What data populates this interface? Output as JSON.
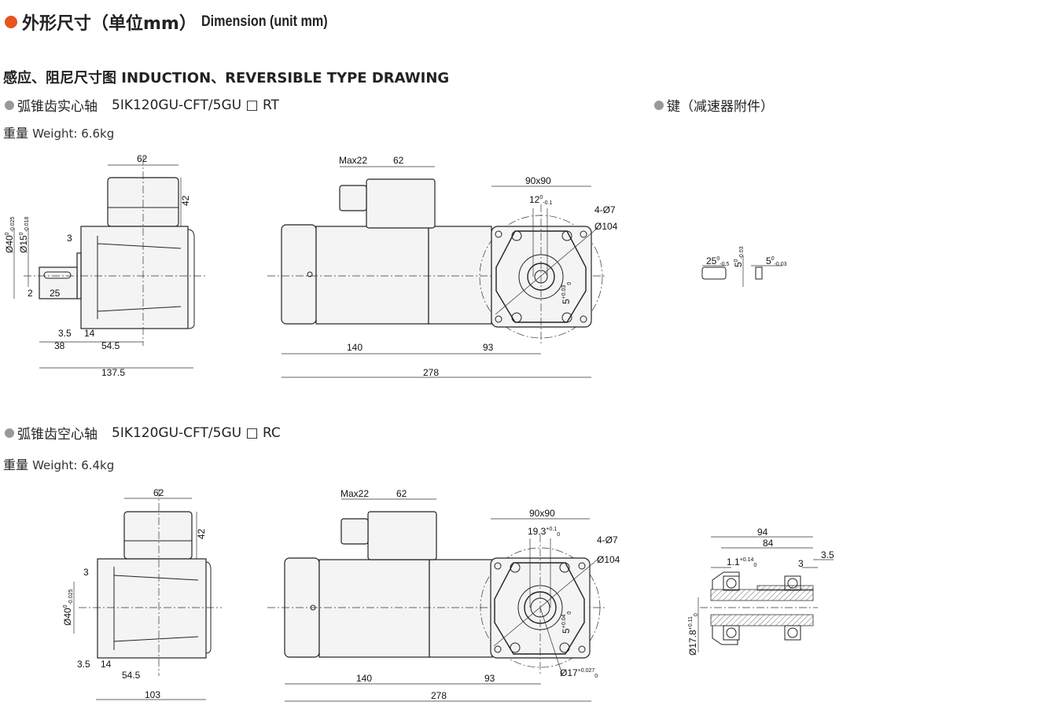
{
  "header": {
    "title_cn": "外形尺寸（单位mm）",
    "title_en": "Dimension (unit mm)",
    "accent_color": "#e8541e"
  },
  "section": {
    "title": "感应、阻尼尺寸图 INDUCTION、REVERSIBLE TYPE DRAWING"
  },
  "solid": {
    "name_cn": "弧锥齿实心轴",
    "model": "5IK120GU-CFT/5GU □ RT",
    "weight_cn": "重量",
    "weight_en": "Weight: 6.6kg",
    "side": {
      "w62": "62",
      "h42": "42",
      "d40": "Ø40",
      "d40_up": "0",
      "d40_lo": "-0.025",
      "d15": "Ø15",
      "d15_up": "0",
      "d15_lo": "-0.018",
      "d3": "3",
      "d2": "2",
      "d25": "25",
      "d35": "3.5",
      "d14": "14",
      "d38": "38",
      "d545": "54.5",
      "d1375": "137.5"
    },
    "mid": {
      "max22": "Max22",
      "w62": "62",
      "d140": "140",
      "d93": "93",
      "d278": "278"
    },
    "front": {
      "sq": "90x90",
      "k12": "12",
      "k12_up": "0",
      "k12_lo": "-0.1",
      "holes": "4-Ø7",
      "d104": "Ø104",
      "k5": "5",
      "k5_up": "+0.03",
      "k5_lo": "0"
    }
  },
  "key": {
    "title": "键（减速器附件）",
    "l25": "25",
    "l25_up": "0",
    "l25_lo": "-0.5",
    "h5": "5",
    "h5_up": "0",
    "h5_lo": "-0.03",
    "w5": "5",
    "w5_up": "0",
    "w5_lo": "-0.03"
  },
  "hollow": {
    "name_cn": "弧锥齿空心轴",
    "model": "5IK120GU-CFT/5GU □ RC",
    "weight_cn": "重量",
    "weight_en": "Weight: 6.4kg",
    "side": {
      "w62": "62",
      "h42": "42",
      "d3": "3",
      "d40": "Ø40",
      "d40_up": "0",
      "d40_lo": "-0.025",
      "d35": "3.5",
      "d14": "14",
      "d545": "54.5",
      "d103": "103"
    },
    "mid": {
      "max22": "Max22",
      "w62": "62",
      "d140": "140",
      "d93": "93",
      "d278": "278"
    },
    "front": {
      "sq": "90x90",
      "k193": "19.3",
      "k193_up": "+0.1",
      "k193_lo": "0",
      "holes": "4-Ø7",
      "d104": "Ø104",
      "k5": "5",
      "k5_up": "+0.04",
      "k5_lo": "0",
      "d17": "Ø17",
      "d17_up": "+0.027",
      "d17_lo": "0"
    },
    "shaft": {
      "l94": "94",
      "l84": "84",
      "l11": "1.1",
      "l11_up": "+0.14",
      "l11_lo": "0",
      "l3": "3",
      "l35": "3.5",
      "d178": "Ø17.8",
      "d178_up": "+0.11",
      "d178_lo": "0"
    }
  }
}
